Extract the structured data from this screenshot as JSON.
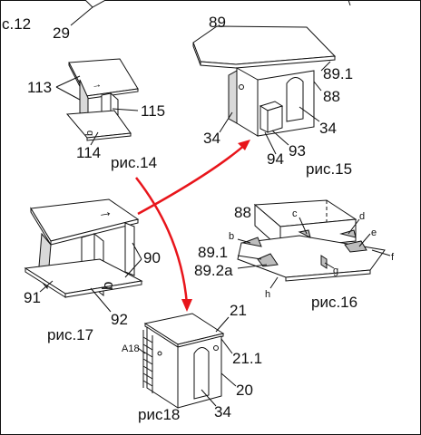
{
  "figure_labels": {
    "fig12": "с.12",
    "fig14": "рис.14",
    "fig15": "рис.15",
    "fig16": "рис.16",
    "fig17": "рис.17",
    "fig18": "рис18"
  },
  "callouts": {
    "c29": "29",
    "c89": "89",
    "c89_1": "89.1",
    "c88_top": "88",
    "c34_left": "34",
    "c34_right": "34",
    "c93": "93",
    "c94": "94",
    "c113": "113",
    "c115": "115",
    "c114": "114",
    "c88_fig16": "88",
    "c_c": "c",
    "c_d": "d",
    "c_b": "b",
    "c_e": "e",
    "c89_1_fig16": "89.1",
    "c89_2a": "89.2a",
    "c_f": "f",
    "c_g": "g",
    "c_h": "h",
    "c90": "90",
    "c91": "91",
    "c92": "92",
    "c21": "21",
    "c21_1": "21.1",
    "c20": "20",
    "c34_fig18": "34",
    "cA18": "A18"
  },
  "part_marks": {
    "fig14_arrow": "↑",
    "fig14_b": "b",
    "fig17_arrow": "↑",
    "fig17_b": "b"
  },
  "colors": {
    "arrow": "#e8151b",
    "line": "#111111"
  }
}
